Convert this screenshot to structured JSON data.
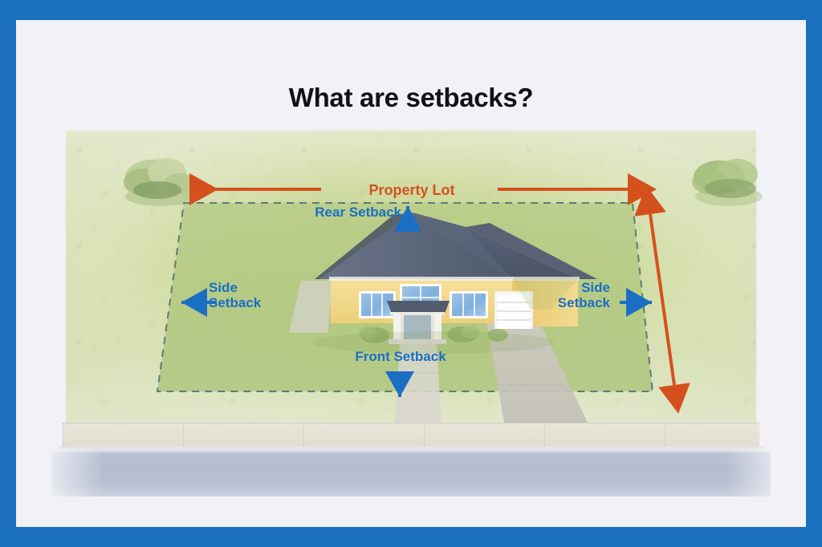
{
  "page": {
    "title": "What are setbacks?",
    "border_color": "#1a70bd",
    "canvas_color": "#f2f1f6"
  },
  "colors": {
    "label_blue": "#1a6fc4",
    "label_orange": "#d4511e",
    "lot_dash": "#4a6b74",
    "grass_outer": "#cddb9a",
    "grass_lot": "#b2c882",
    "house_wall": "#f2d887",
    "roof": "#515b6e",
    "driveway": "#c9c6bf",
    "sidewalk": "#e6e2d6",
    "road": "#b2bbce"
  },
  "labels": {
    "property_lot": "Property Lot",
    "rear_setback": "Rear Setback",
    "side_setback_left": "Side\nSetback",
    "side_setback_right": "Side\nSetback",
    "front_setback": "Front Setback"
  },
  "diagram": {
    "type": "illustration",
    "subject": "residential property lot setbacks",
    "elements": [
      {
        "name": "property-lot-boundary",
        "style": "dashed trapezoid",
        "color": "#4a6b74"
      },
      {
        "name": "house",
        "wall_color": "#f2d887",
        "roof_color": "#515b6e",
        "features": [
          "hip roof",
          "porch",
          "garage",
          "windows"
        ]
      },
      {
        "name": "driveway",
        "from": "garage",
        "to": "street"
      },
      {
        "name": "walkway",
        "from": "front-door",
        "to": "street"
      },
      {
        "name": "sidewalk"
      },
      {
        "name": "street"
      },
      {
        "name": "tree-left"
      },
      {
        "name": "tree-right"
      }
    ],
    "arrows": [
      {
        "name": "property-lot-width-arrow",
        "direction": "horizontal-double",
        "color": "#d4511e"
      },
      {
        "name": "property-lot-depth-arrow",
        "direction": "vertical-double",
        "color": "#d4511e"
      },
      {
        "name": "rear-setback-arrow",
        "direction": "up",
        "color": "#1a6fc4"
      },
      {
        "name": "side-setback-left-arrow",
        "direction": "left",
        "color": "#1a6fc4"
      },
      {
        "name": "side-setback-right-arrow",
        "direction": "right",
        "color": "#1a6fc4"
      },
      {
        "name": "front-setback-arrow",
        "direction": "down",
        "color": "#1a6fc4"
      }
    ]
  }
}
